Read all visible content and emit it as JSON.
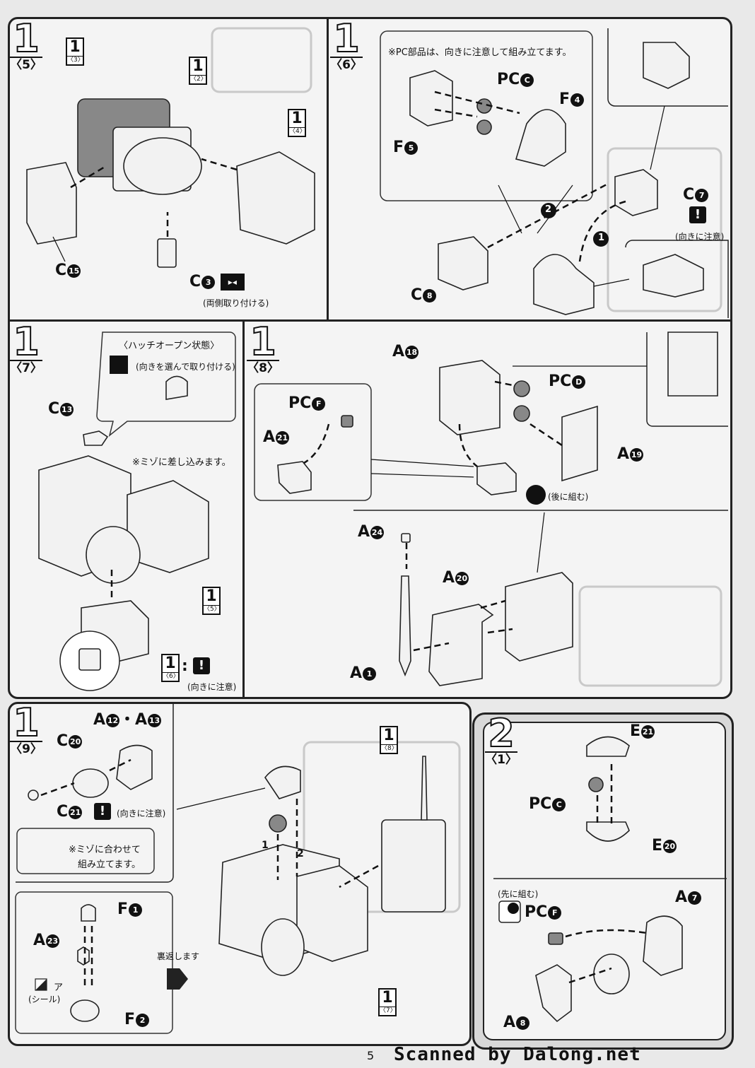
{
  "page_number": "5",
  "scan_credit": "Scanned by Dalong.net",
  "panels": {
    "p5": {
      "step": "1",
      "sub": "〈5〉",
      "refs": [
        {
          "n": "1",
          "s": "〈3〉"
        },
        {
          "n": "1",
          "s": "〈2〉"
        },
        {
          "n": "1",
          "s": "〈4〉"
        }
      ],
      "labels": {
        "c15": "C",
        "c15n": "15",
        "c3": "C",
        "c3n": "3"
      },
      "note": "(両側取り付ける)"
    },
    "p6": {
      "step": "1",
      "sub": "〈6〉",
      "note_top": "※PC部品は、向きに注意して組み立てます。",
      "labels": {
        "pcc": "PC",
        "pccn": "C",
        "f4": "F",
        "f4n": "4",
        "f5": "F",
        "f5n": "5",
        "c7": "C",
        "c7n": "7",
        "c8": "C",
        "c8n": "8"
      },
      "warn_note": "(向きに注意)",
      "order": [
        "1",
        "2"
      ]
    },
    "p7": {
      "step": "1",
      "sub": "〈7〉",
      "hatch_title": "〈ハッチオープン状態〉",
      "hatch_note": "(向きを選んで取り付ける)",
      "slot_note": "※ミゾに差し込みます。",
      "labels": {
        "c13": "C",
        "c13n": "13"
      },
      "refs": [
        {
          "n": "1",
          "s": "〈5〉"
        },
        {
          "n": "1",
          "s": "〈6〉"
        }
      ],
      "warn_note": "(向きに注意)"
    },
    "p8": {
      "step": "1",
      "sub": "〈8〉",
      "labels": {
        "a18": "A",
        "a18n": "18",
        "pcd": "PC",
        "pcdn": "D",
        "pcf": "PC",
        "pcfn": "F",
        "a21": "A",
        "a21n": "21",
        "a19": "A",
        "a19n": "19",
        "a24": "A",
        "a24n": "24",
        "a20": "A",
        "a20n": "20",
        "a1": "A",
        "a1n": "1"
      },
      "later_note": "(後に組む)"
    },
    "p9": {
      "step": "1",
      "sub": "〈9〉",
      "labels": {
        "a1213": "A",
        "a1213n1": "12",
        "a1213sep": "・A",
        "a1213n2": "13",
        "c20": "C",
        "c20n": "20",
        "c21": "C",
        "c21n": "21",
        "f1": "F",
        "f1n": "1",
        "a23": "A",
        "a23n": "23",
        "f2": "F",
        "f2n": "2"
      },
      "warn_note": "(向きに注意)",
      "groove_note": [
        "※ミゾに合わせて",
        "組み立てます。"
      ],
      "sticker_note": "(シール)",
      "sticker_mark": "ア",
      "flip_note": "裏返します",
      "refs": [
        {
          "n": "1",
          "s": "〈8〉"
        },
        {
          "n": "1",
          "s": "〈7〉"
        }
      ],
      "order": [
        "1",
        "2"
      ]
    },
    "p21": {
      "step": "2",
      "sub": "〈1〉",
      "labels": {
        "e21": "E",
        "e21n": "21",
        "pcc": "PC",
        "pccn": "C",
        "e20": "E",
        "e20n": "20",
        "pcf": "PC",
        "pcfn": "F",
        "a7": "A",
        "a7n": "7",
        "a8": "A",
        "a8n": "8"
      },
      "first_note": "(先に組む)"
    }
  }
}
